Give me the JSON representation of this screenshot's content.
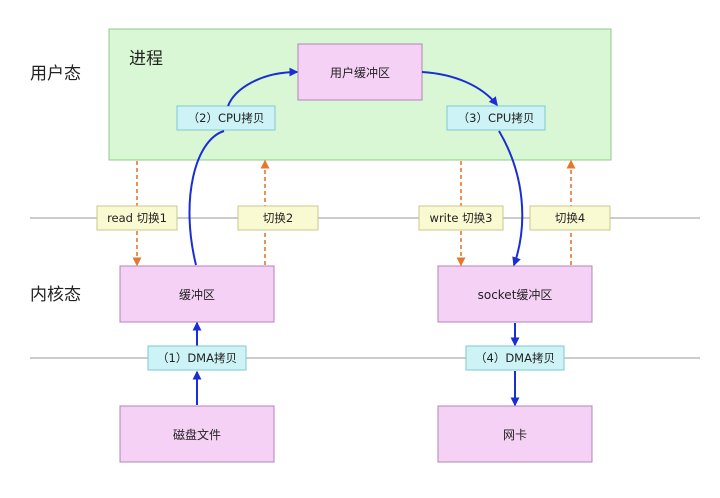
{
  "zones": {
    "user_space": "用户态",
    "kernel_space": "内核态"
  },
  "process": {
    "title": "进程",
    "user_buffer": "用户缓冲区",
    "cpu_copy_2": "（2）CPU拷贝",
    "cpu_copy_3": "（3）CPU拷贝"
  },
  "kernel": {
    "kernel_buffer": "缓冲区",
    "socket_buffer": "socket缓冲区"
  },
  "hardware": {
    "disk_file": "磁盘文件",
    "nic": "网卡"
  },
  "dma": {
    "copy_1": "（1）DMA拷贝",
    "copy_4": "（4）DMA拷贝"
  },
  "context_switches": {
    "switch_1": "read 切换1",
    "switch_2": "切换2",
    "switch_3": "write 切换3",
    "switch_4": "切换4"
  },
  "colors": {
    "process_fill": "#d9f7d4",
    "process_stroke": "#8ccf86",
    "box_fill": "#f5d1f5",
    "box_stroke": "#b483b8",
    "cpu_tag_fill": "#cdf3f7",
    "cpu_tag_stroke": "#7ec9d2",
    "switch_tag_fill": "#fafad2",
    "switch_tag_stroke": "#c9c98a",
    "data_arrow": "#1a2ed6",
    "switch_arrow": "#e8772e",
    "divider": "#999999"
  }
}
